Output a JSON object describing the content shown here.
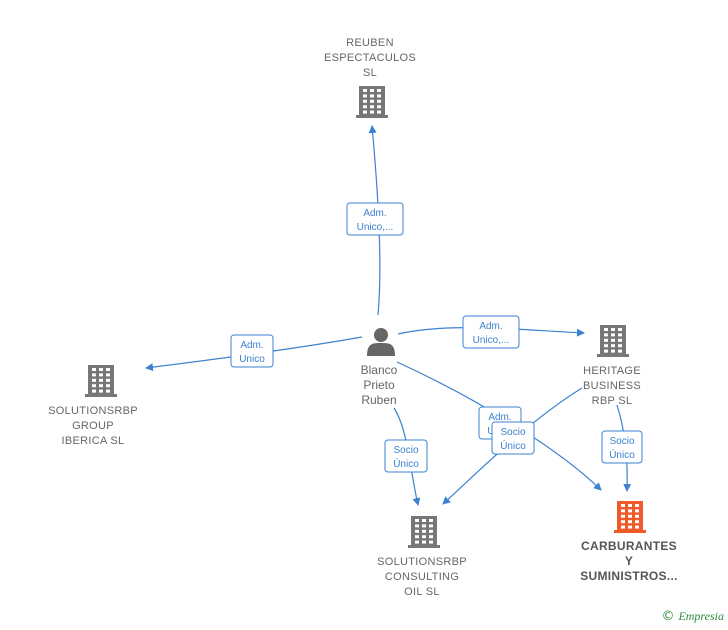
{
  "center": {
    "id": "person",
    "label": [
      "Blanco",
      "Prieto",
      "Ruben"
    ],
    "icon": "person-icon"
  },
  "nodes": [
    {
      "id": "reuben",
      "label": [
        "REUBEN",
        "ESPECTACULOS",
        "SL"
      ],
      "icon": "building-icon",
      "highlight": false
    },
    {
      "id": "heritage",
      "label": [
        "HERITAGE",
        "BUSINESS",
        "RBP  SL"
      ],
      "icon": "building-icon",
      "highlight": false
    },
    {
      "id": "group",
      "label": [
        "SOLUTIONSRBP",
        "GROUP",
        "IBERICA  SL"
      ],
      "icon": "building-icon",
      "highlight": false
    },
    {
      "id": "consulting",
      "label": [
        "SOLUTIONSRBP",
        "CONSULTING",
        "OIL  SL"
      ],
      "icon": "building-icon",
      "highlight": false
    },
    {
      "id": "carburantes",
      "label": [
        "CARBURANTES",
        "Y",
        "SUMINISTROS..."
      ],
      "icon": "building-icon",
      "highlight": true
    }
  ],
  "edges": [
    {
      "from": "person",
      "to": "reuben",
      "label": [
        "Adm.",
        "Unico,..."
      ]
    },
    {
      "from": "person",
      "to": "heritage",
      "label": [
        "Adm.",
        "Unico,..."
      ]
    },
    {
      "from": "person",
      "to": "group",
      "label": [
        "Adm.",
        "Unico"
      ]
    },
    {
      "from": "person",
      "to": "consulting",
      "label": [
        "Socio",
        "Único"
      ]
    },
    {
      "from": "person",
      "to": "carburantes",
      "label": [
        "Adm.",
        "Unico"
      ]
    },
    {
      "from": "heritage",
      "to": "consulting",
      "label": [
        "Socio",
        "Único"
      ]
    },
    {
      "from": "heritage",
      "to": "carburantes",
      "label": [
        "Socio",
        "Único"
      ]
    }
  ],
  "colors": {
    "edge": "#3b82d0",
    "node": "#777777",
    "highlight": "#f05a28"
  },
  "footer": {
    "copyright": "©",
    "brand": "Empresia"
  }
}
